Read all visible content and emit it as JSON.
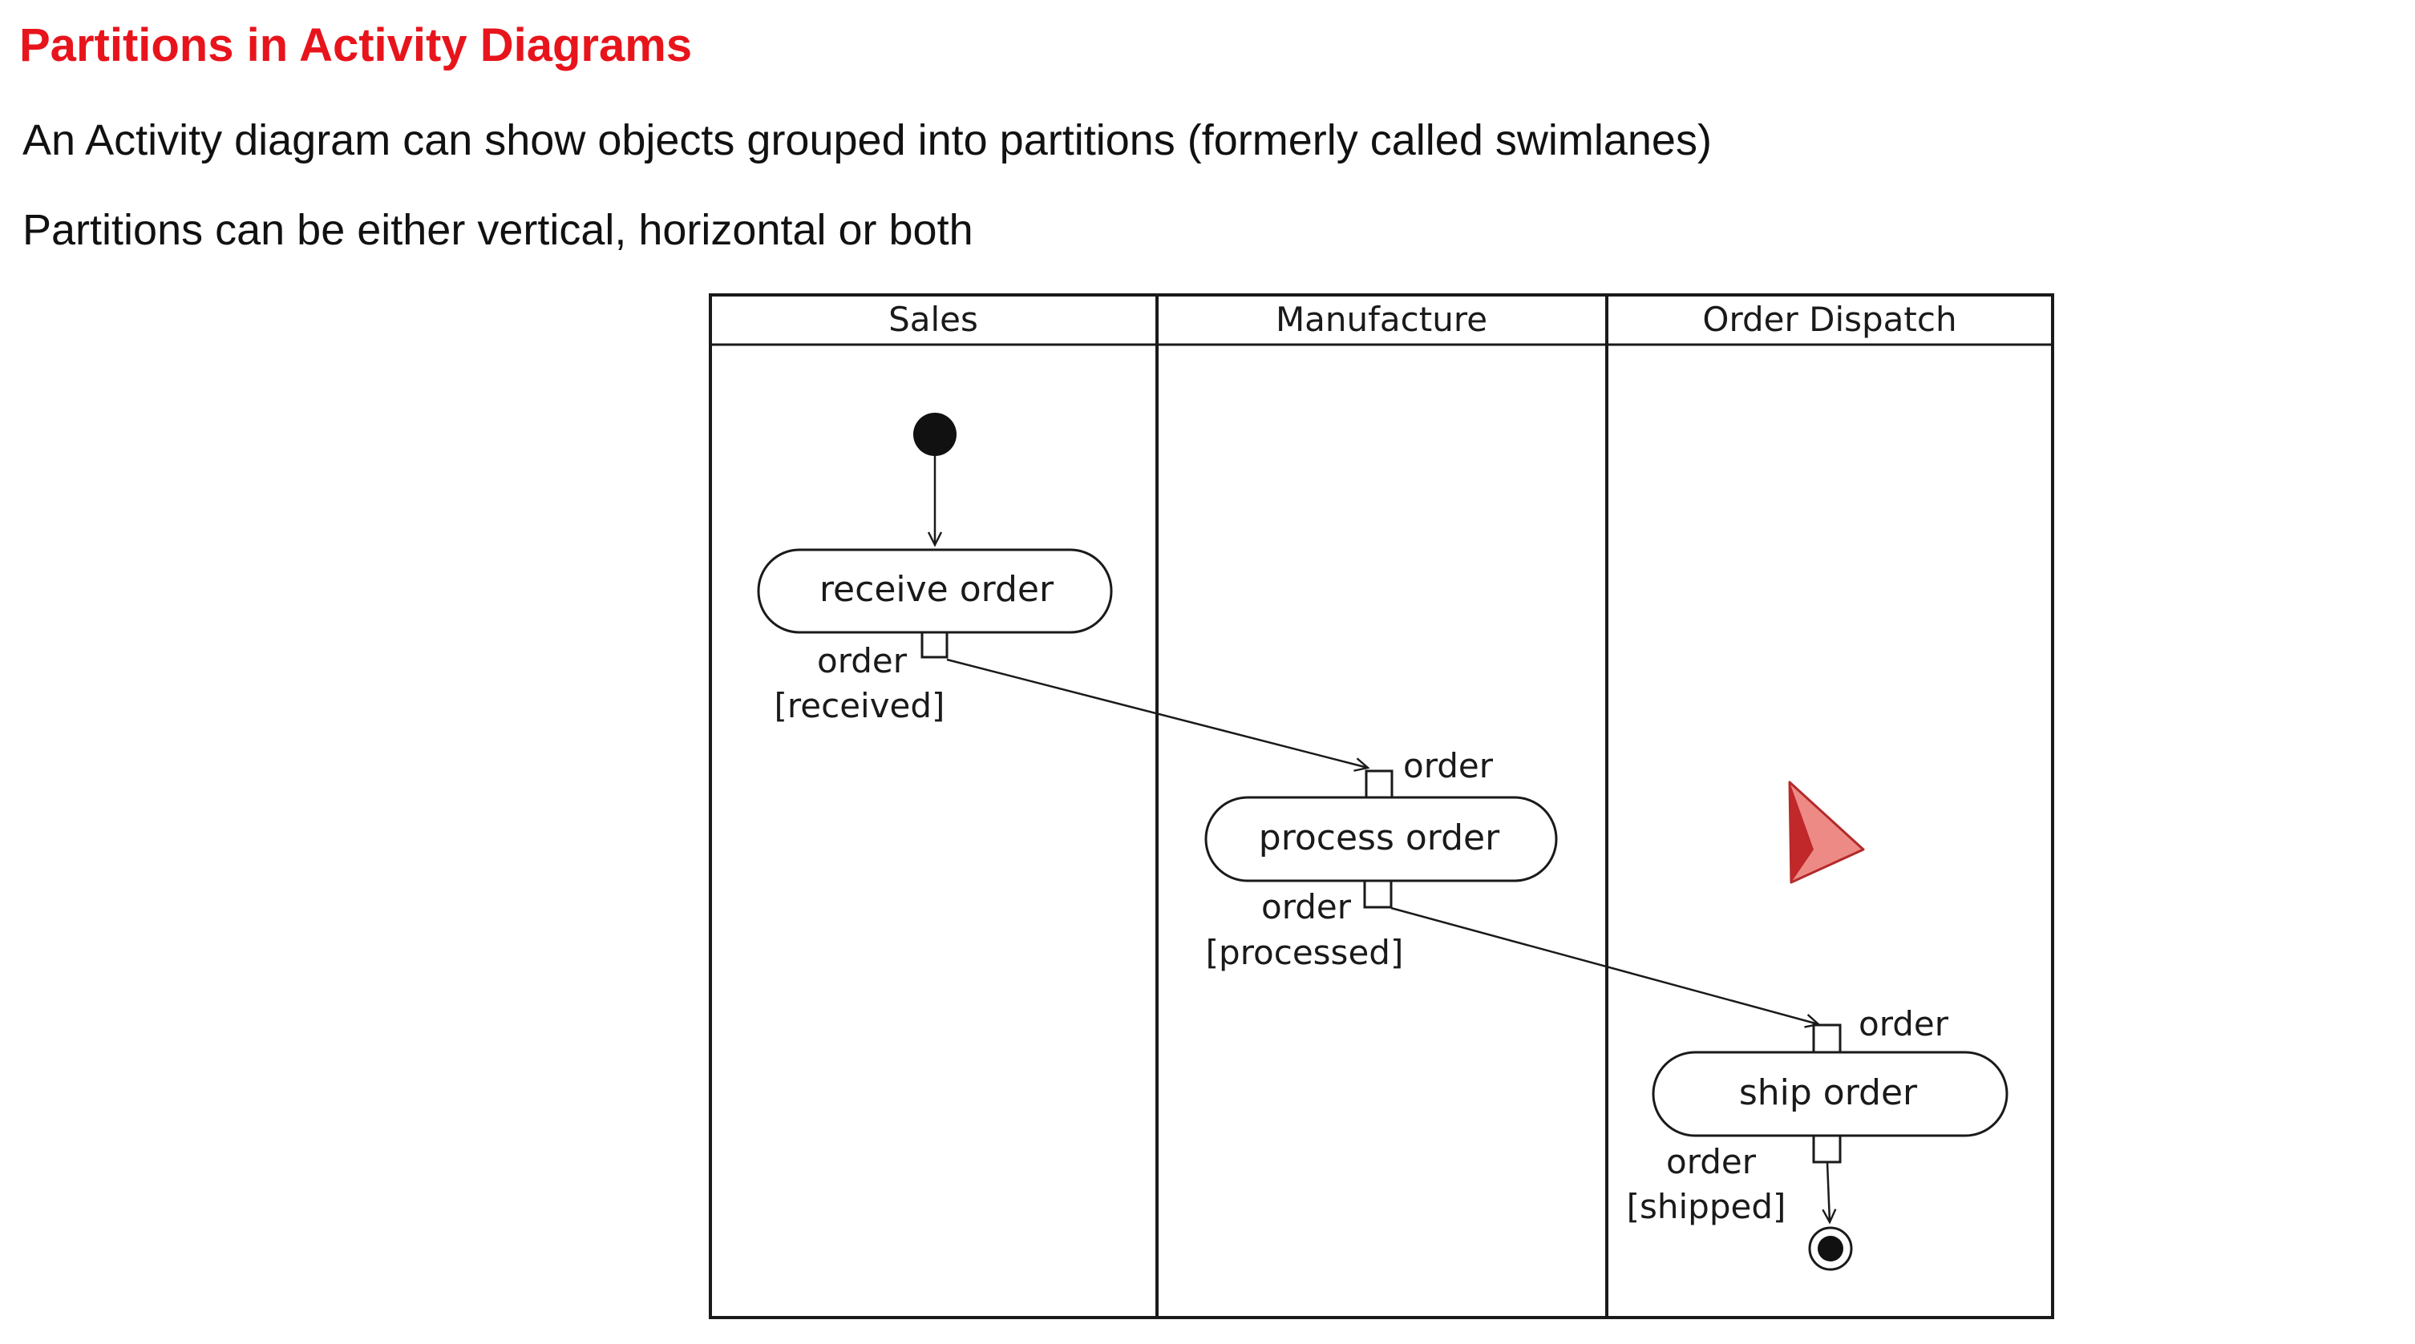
{
  "title": "Partitions in Activity Diagrams",
  "paragraphs": [
    "An Activity diagram can show objects grouped into partitions (formerly called swimlanes)",
    "Partitions can be either vertical, horizontal or both"
  ],
  "diagram": {
    "partitions": [
      "Sales",
      "Manufacture",
      "Order Dispatch"
    ],
    "actions": [
      "receive order",
      "process order",
      "ship order"
    ],
    "pins": {
      "receive_out": [
        "order",
        "[received]"
      ],
      "process_in": "order",
      "process_out": [
        "order",
        "[processed]"
      ],
      "ship_in": "order",
      "ship_out": [
        "order",
        "[shipped]"
      ]
    }
  },
  "colors": {
    "title": "#e8141c",
    "cursor_dark": "#c0282a",
    "cursor_light": "#ee8a86"
  }
}
